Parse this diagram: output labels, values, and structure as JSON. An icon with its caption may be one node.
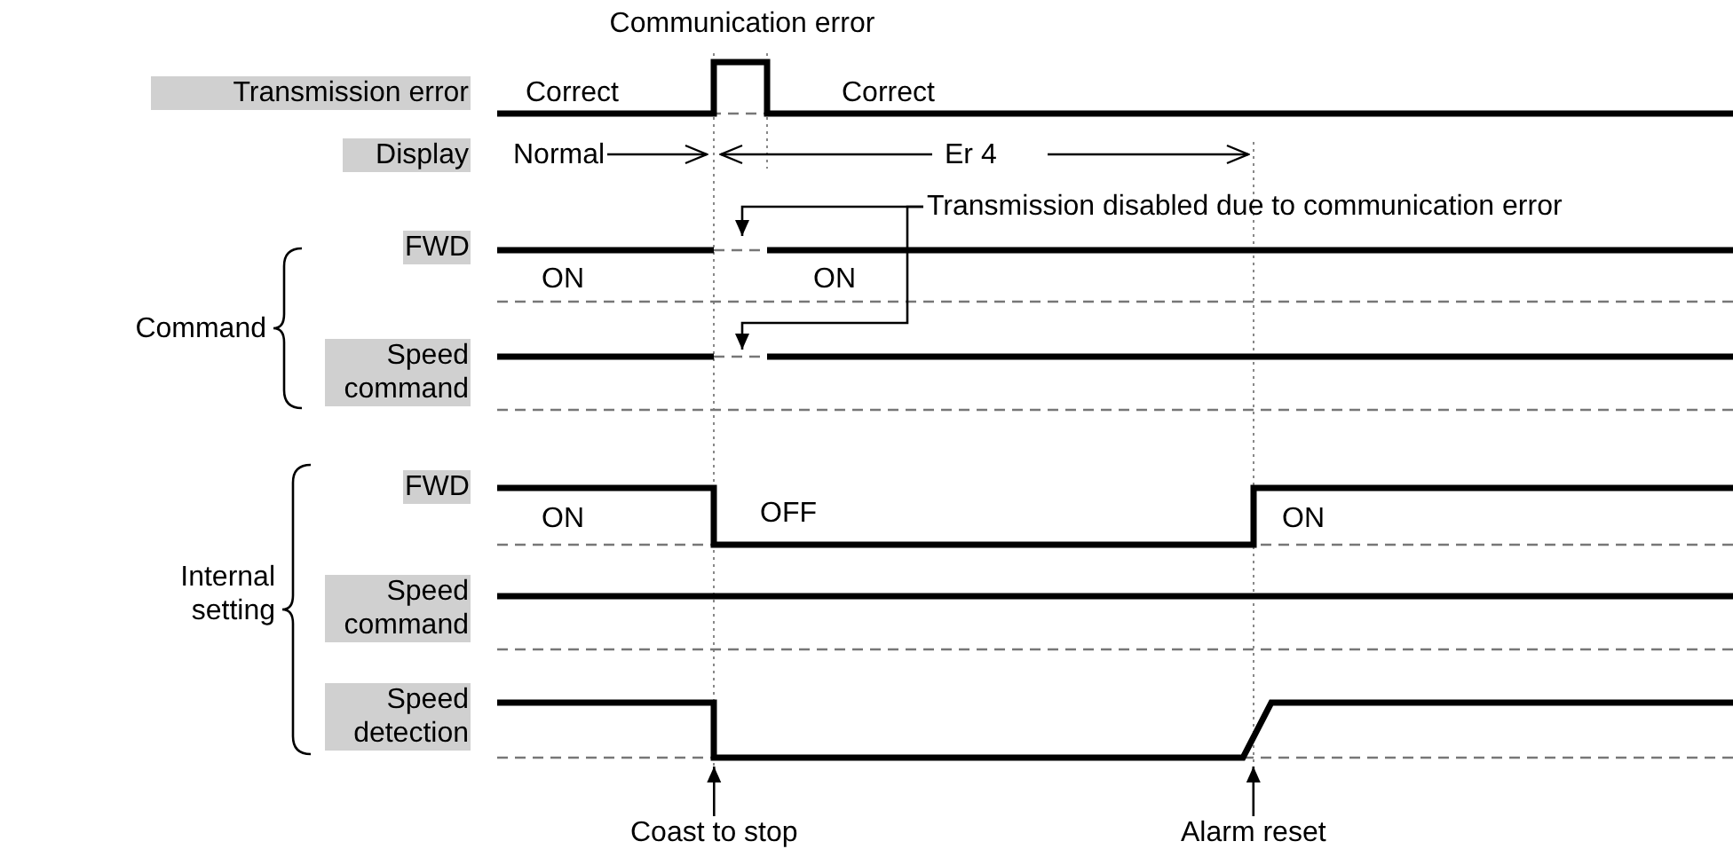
{
  "diagram": {
    "nodes": [
      {
        "text": [
          "Transmission disabled due to communication error"
        ]
      },
      {
        "text": [
          "Coast to stop"
        ]
      },
      {
        "text": [
          "Alarm reset"
        ]
      }
    ],
    "edges": [
      {
        "from": 0,
        "to": null,
        "arrow": "to"
      },
      {
        "from": 0,
        "to": null,
        "arrow": "to"
      },
      {
        "from": 1,
        "to": null,
        "arrow": "to"
      },
      {
        "from": 2,
        "to": null,
        "arrow": "to"
      }
    ],
    "labels": [
      "Communication error",
      "Transmission error",
      "Correct",
      "Correct",
      "Display",
      "Normal",
      "Er 4",
      "FWD",
      "ON",
      "ON",
      "Command",
      "Speed command",
      "FWD",
      "ON",
      "OFF",
      "ON",
      "Internal setting",
      "Speed command",
      "Speed detection"
    ]
  }
}
